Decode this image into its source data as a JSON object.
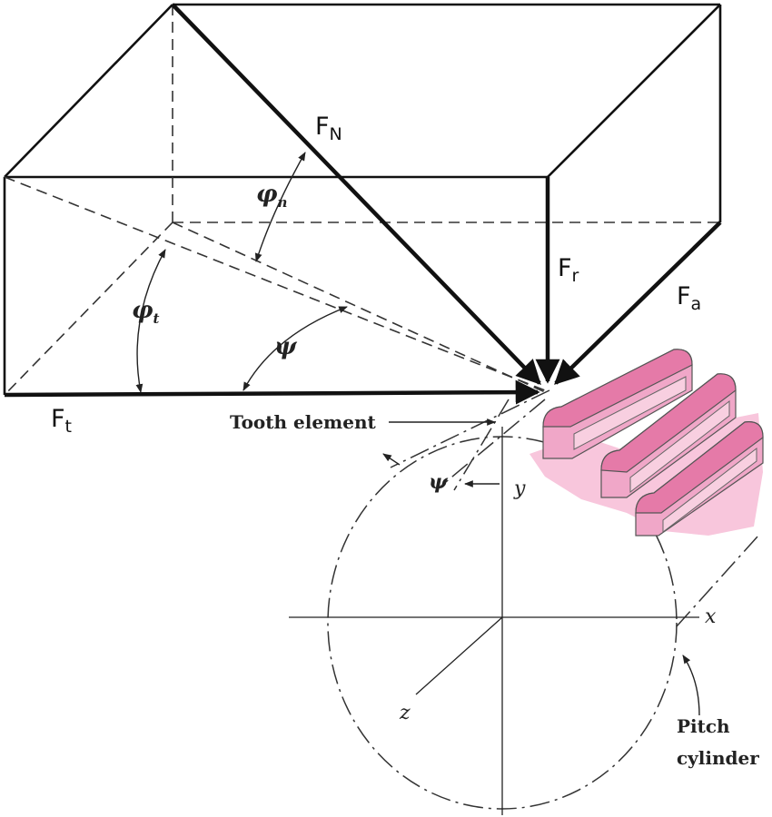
{
  "forces": {
    "normal": {
      "main": "F",
      "sub": "N"
    },
    "radial": {
      "main": "F",
      "sub": "r"
    },
    "axial": {
      "main": "F",
      "sub": "a"
    },
    "tangential": {
      "main": "F",
      "sub": "t"
    }
  },
  "angles": {
    "normal_pressure": {
      "main": "φ",
      "sub": "n"
    },
    "transverse_pressure": {
      "main": "φ",
      "sub": "t"
    },
    "helix": "ψ",
    "helix_small": "ψ"
  },
  "annotations": {
    "tooth_element": "Tooth element",
    "pitch_cylinder_line1": "Pitch",
    "pitch_cylinder_line2": "cylinder"
  },
  "axes": {
    "x": "x",
    "y": "y",
    "z": "z"
  },
  "colors": {
    "gear_tooth": "#e57aa8",
    "gear_tooth_light": "#f8cfe0",
    "gear_base": "#f8c6dc",
    "lines": "#111111"
  }
}
